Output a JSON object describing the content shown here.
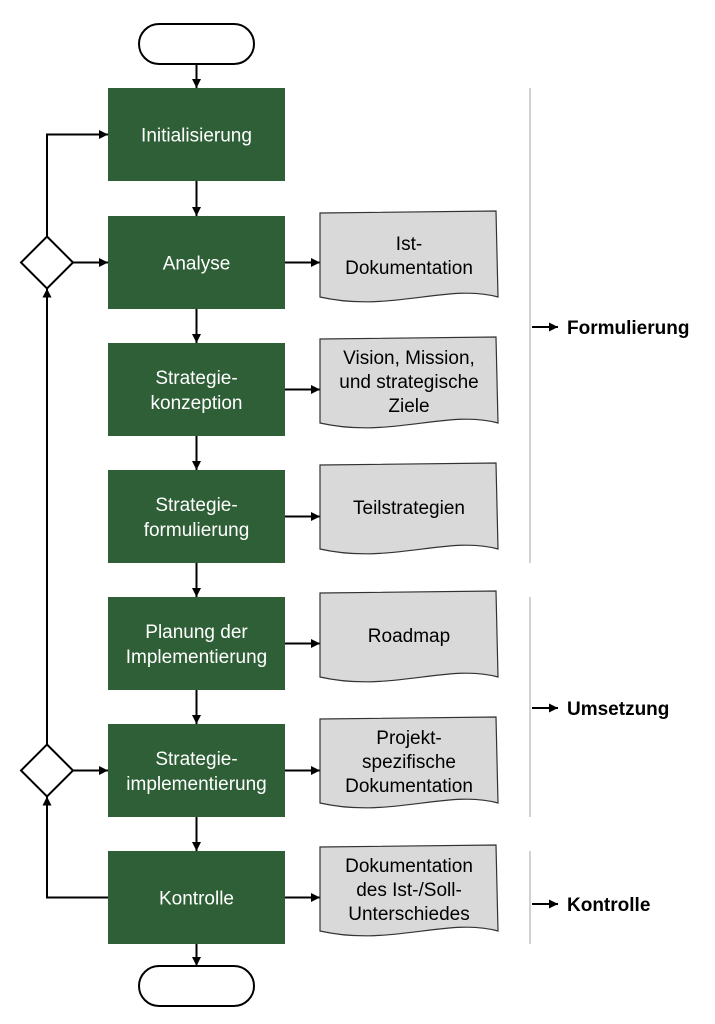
{
  "colors": {
    "process_fill": "#2f5f36",
    "document_fill": "#d9d9d9",
    "line": "#000000",
    "separator": "#b3b3b3"
  },
  "processes": [
    {
      "id": "initialisierung",
      "lines": [
        "Initialisierung"
      ]
    },
    {
      "id": "analyse",
      "lines": [
        "Analyse"
      ]
    },
    {
      "id": "strategiekonzeption",
      "lines": [
        "Strategie-",
        "konzeption"
      ]
    },
    {
      "id": "strategieformulierung",
      "lines": [
        "Strategie-",
        "formulierung"
      ]
    },
    {
      "id": "planung",
      "lines": [
        "Planung der",
        "Implementierung"
      ]
    },
    {
      "id": "strategieimplementierung",
      "lines": [
        "Strategie-",
        "implementierung"
      ]
    },
    {
      "id": "kontrolle",
      "lines": [
        "Kontrolle"
      ]
    }
  ],
  "documents": [
    {
      "id": "ist-dokumentation",
      "lines": [
        "Ist-",
        "Dokumentation"
      ]
    },
    {
      "id": "vision-mission",
      "lines": [
        "Vision, Mission,",
        "und strategische",
        "Ziele"
      ]
    },
    {
      "id": "teilstrategien",
      "lines": [
        "Teilstrategien"
      ]
    },
    {
      "id": "roadmap",
      "lines": [
        "Roadmap"
      ]
    },
    {
      "id": "projektspezifische-dokumentation",
      "lines": [
        "Projekt-",
        "spezifische",
        "Dokumentation"
      ]
    },
    {
      "id": "ist-soll-unterschiede",
      "lines": [
        "Dokumentation",
        "des Ist-/Soll-",
        "Unterschiedes"
      ]
    }
  ],
  "phases": [
    {
      "id": "formulierung",
      "label": "Formulierung"
    },
    {
      "id": "umsetzung",
      "label": "Umsetzung"
    },
    {
      "id": "kontrolle",
      "label": "Kontrolle"
    }
  ]
}
